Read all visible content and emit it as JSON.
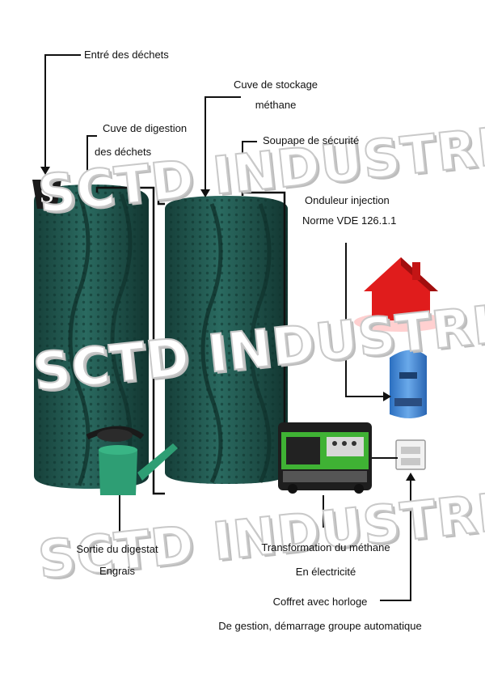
{
  "labels": {
    "entree": "Entré des déchets",
    "stockage_1": "Cuve de stockage",
    "stockage_2": "méthane",
    "digestion_1": "Cuve de digestion",
    "digestion_2": "des déchets",
    "soupape": "Soupape de sécurité",
    "onduleur_1": "Onduleur injection",
    "onduleur_2": "Norme VDE 126.1.1",
    "sortie_1": "Sortie du digestat",
    "sortie_2": "Engrais",
    "transformation_1": "Transformation du méthane",
    "transformation_2": "En électricité",
    "coffret_1": "Coffret avec horloge",
    "coffret_2": "De gestion, démarrage groupe automatique"
  },
  "watermark": "SCTD INDUSTRIES",
  "logo_letter": "S",
  "colors": {
    "tank": "#1e5048",
    "house": "#e01c1c",
    "generator": "#3fb234",
    "can": "#2e9e74",
    "inverter": "#3f8ad8",
    "line": "#1a1a1a"
  }
}
